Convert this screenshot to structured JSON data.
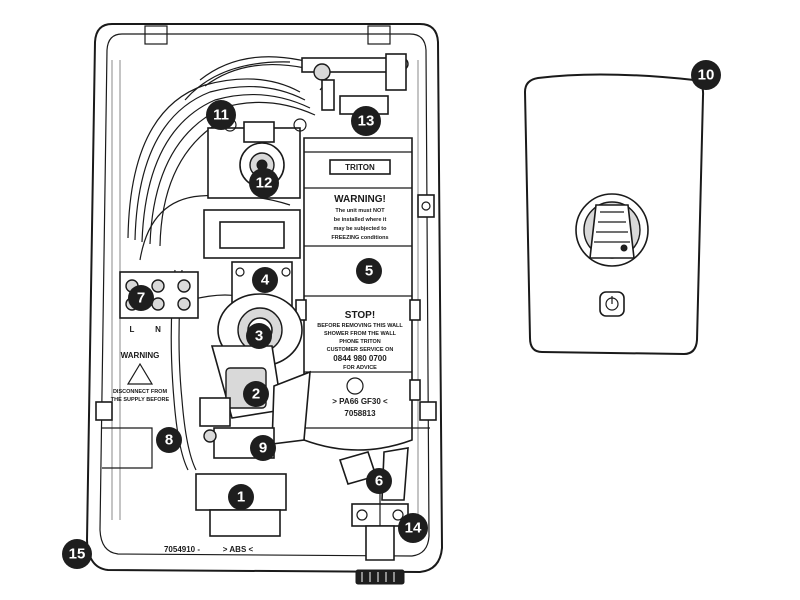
{
  "callouts": [
    "1",
    "2",
    "3",
    "4",
    "5",
    "6",
    "7",
    "8",
    "9",
    "10",
    "11",
    "12",
    "13",
    "14",
    "15"
  ],
  "labels": {
    "logo": "TRITON",
    "warning1_title": "WARNING!",
    "warning1_l1": "The unit must NOT",
    "warning1_l2": "be installed where it",
    "warning1_l3": "may be subjected to",
    "warning1_l4": "FREEZING conditions",
    "stop_title": "STOP!",
    "stop_l1": "BEFORE REMOVING THIS WALL",
    "stop_l2": "SHOWER FROM THE WALL",
    "stop_l3": "PHONE TRITON",
    "stop_l4": "CUSTOMER SERVICE ON",
    "stop_phone": "0844 980 0700",
    "stop_l5": "FOR ADVICE",
    "material": "> PA66 GF30 <",
    "part_no": "7058813",
    "terminal_l": "L",
    "terminal_n": "N",
    "warning2_title": "WARNING",
    "warning2_l1": "DISCONNECT FROM",
    "warning2_l2": "THE SUPPLY BEFORE",
    "base_code": "7054910 -",
    "base_material": "> ABS <"
  },
  "colors": {
    "outline": "#1a1a1a",
    "callout_fill": "#1e1e1e",
    "callout_text": "#ffffff",
    "background": "#ffffff"
  }
}
